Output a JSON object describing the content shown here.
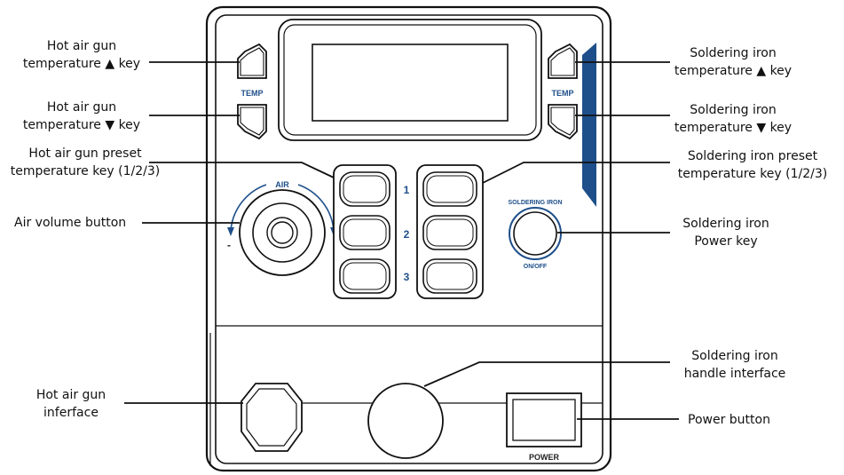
{
  "colors": {
    "accent_blue": "#1e4f8a",
    "outline": "#111111",
    "panel_fill": "#f4f5f7"
  },
  "device": {
    "temp_left": "TEMP",
    "temp_right": "TEMP",
    "air": "AIR",
    "air_minus": "-",
    "air_plus": "+",
    "preset_numbers": [
      "1",
      "2",
      "3"
    ],
    "soldering_iron_label": "SOLDERING IRON",
    "on_off_label": "ON/OFF",
    "power_label": "POWER"
  },
  "callouts": {
    "hot_air_up": [
      "Hot air gun",
      "temperature ▲ key"
    ],
    "hot_air_down": [
      "Hot air gun",
      "temperature ▼ key"
    ],
    "hot_air_preset": [
      "Hot air gun preset",
      "temperature key (1/2/3)"
    ],
    "air_volume": [
      "Air volume button"
    ],
    "hot_air_interface": [
      "Hot air gun",
      "inferface"
    ],
    "iron_up": [
      "Soldering iron",
      "temperature ▲ key"
    ],
    "iron_down": [
      "Soldering iron",
      "temperature ▼ key"
    ],
    "iron_preset": [
      "Soldering iron preset",
      "temperature key (1/2/3)"
    ],
    "iron_power": [
      "Soldering iron",
      "Power key"
    ],
    "iron_handle": [
      "Soldering iron",
      "handle interface"
    ],
    "power_button": [
      "Power button"
    ]
  }
}
